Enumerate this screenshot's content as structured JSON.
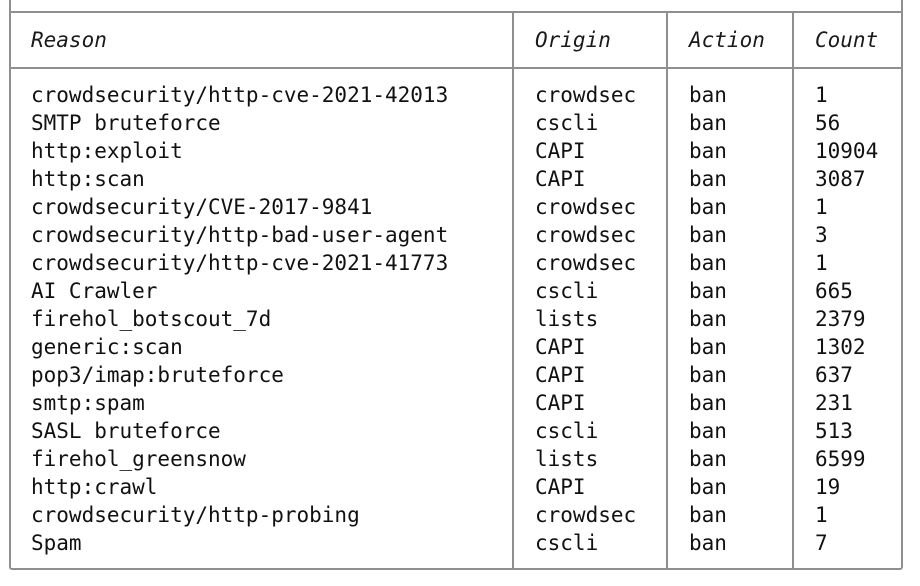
{
  "table": {
    "headers": {
      "reason": "Reason",
      "origin": "Origin",
      "action": "Action",
      "count": "Count"
    },
    "rows": [
      {
        "reason": "crowdsecurity/http-cve-2021-42013",
        "origin": "crowdsec",
        "action": "ban",
        "count": "1"
      },
      {
        "reason": "SMTP bruteforce",
        "origin": "cscli",
        "action": "ban",
        "count": "56"
      },
      {
        "reason": "http:exploit",
        "origin": "CAPI",
        "action": "ban",
        "count": "10904"
      },
      {
        "reason": "http:scan",
        "origin": "CAPI",
        "action": "ban",
        "count": "3087"
      },
      {
        "reason": "crowdsecurity/CVE-2017-9841",
        "origin": "crowdsec",
        "action": "ban",
        "count": "1"
      },
      {
        "reason": "crowdsecurity/http-bad-user-agent",
        "origin": "crowdsec",
        "action": "ban",
        "count": "3"
      },
      {
        "reason": "crowdsecurity/http-cve-2021-41773",
        "origin": "crowdsec",
        "action": "ban",
        "count": "1"
      },
      {
        "reason": "AI Crawler",
        "origin": "cscli",
        "action": "ban",
        "count": "665"
      },
      {
        "reason": "firehol_botscout_7d",
        "origin": "lists",
        "action": "ban",
        "count": "2379"
      },
      {
        "reason": "generic:scan",
        "origin": "CAPI",
        "action": "ban",
        "count": "1302"
      },
      {
        "reason": "pop3/imap:bruteforce",
        "origin": "CAPI",
        "action": "ban",
        "count": "637"
      },
      {
        "reason": "smtp:spam",
        "origin": "CAPI",
        "action": "ban",
        "count": "231"
      },
      {
        "reason": "SASL bruteforce",
        "origin": "cscli",
        "action": "ban",
        "count": "513"
      },
      {
        "reason": "firehol_greensnow",
        "origin": "lists",
        "action": "ban",
        "count": "6599"
      },
      {
        "reason": "http:crawl",
        "origin": "CAPI",
        "action": "ban",
        "count": "19"
      },
      {
        "reason": "crowdsecurity/http-probing",
        "origin": "crowdsec",
        "action": "ban",
        "count": "1"
      },
      {
        "reason": "Spam",
        "origin": "cscli",
        "action": "ban",
        "count": "7"
      }
    ]
  }
}
